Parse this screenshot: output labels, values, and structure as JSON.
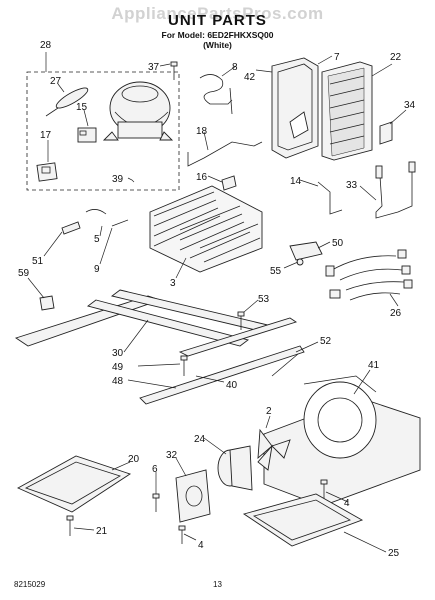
{
  "watermark": "AppliancePartsPros.com",
  "header": {
    "title": "UNIT PARTS",
    "model_line": "For Model: 6ED2FHKXSQ00",
    "color_line": "(White)"
  },
  "footer": {
    "doc_number": "8215029",
    "page_number": "13"
  },
  "callouts": {
    "c28": "28",
    "c27": "27",
    "c15": "15",
    "c17": "17",
    "c37": "37",
    "c8": "8",
    "c42": "42",
    "c7": "7",
    "c22": "22",
    "c34": "34",
    "c18": "18",
    "c39": "39",
    "c16": "16",
    "c14": "14",
    "c33": "33",
    "c5": "5",
    "c51": "51",
    "c9": "9",
    "c3": "3",
    "c50": "50",
    "c55": "55",
    "c59": "59",
    "c26": "26",
    "c53": "53",
    "c52": "52",
    "c30": "30",
    "c49": "49",
    "c48": "48",
    "c40": "40",
    "c41": "41",
    "c2": "2",
    "c24": "24",
    "c20": "20",
    "c32": "32",
    "c6": "6",
    "c4a": "4",
    "c21": "21",
    "c4b": "4",
    "c25": "25"
  }
}
